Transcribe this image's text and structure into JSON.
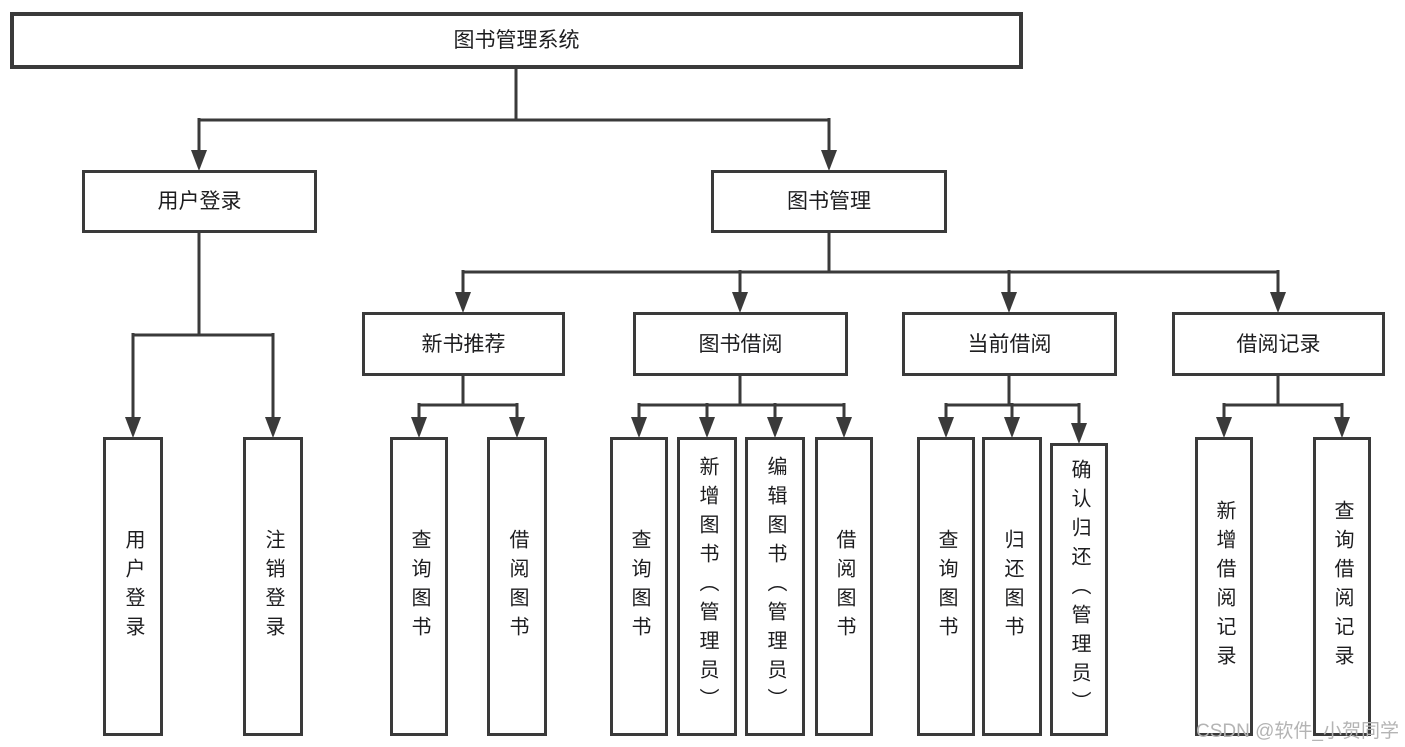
{
  "diagram": {
    "root": {
      "label": "图书管理系统"
    },
    "user_login": {
      "label": "用户登录"
    },
    "book_mgmt": {
      "label": "图书管理"
    },
    "user_login_children": {
      "login": {
        "label": "用户登录"
      },
      "logout": {
        "label": "注销登录"
      }
    },
    "book_mgmt_children": {
      "new_book_rec": {
        "label": "新书推荐"
      },
      "book_borrow": {
        "label": "图书借阅"
      },
      "current_borrow": {
        "label": "当前借阅"
      },
      "borrow_records": {
        "label": "借阅记录"
      }
    },
    "new_book_rec_children": {
      "query_book": {
        "label": "查询图书"
      },
      "borrow_book": {
        "label": "借阅图书"
      }
    },
    "book_borrow_children": {
      "query_book": {
        "label": "查询图书"
      },
      "add_book": {
        "label": "新增图书（管理员）"
      },
      "edit_book": {
        "label": "编辑图书（管理员）"
      },
      "borrow_book": {
        "label": "借阅图书"
      }
    },
    "current_borrow_children": {
      "query_book": {
        "label": "查询图书"
      },
      "return_book": {
        "label": "归还图书"
      },
      "confirm_return": {
        "label": "确认归还（管理员）"
      }
    },
    "borrow_records_children": {
      "add_record": {
        "label": "新增借阅记录"
      },
      "query_record": {
        "label": "查询借阅记录"
      }
    }
  },
  "watermark": {
    "text": "CSDN @软件_小贺同学"
  },
  "colors": {
    "line": "#3a3a3a",
    "text": "#1d1d1f",
    "background": "#ffffff",
    "watermark": "#b4b4b4"
  }
}
